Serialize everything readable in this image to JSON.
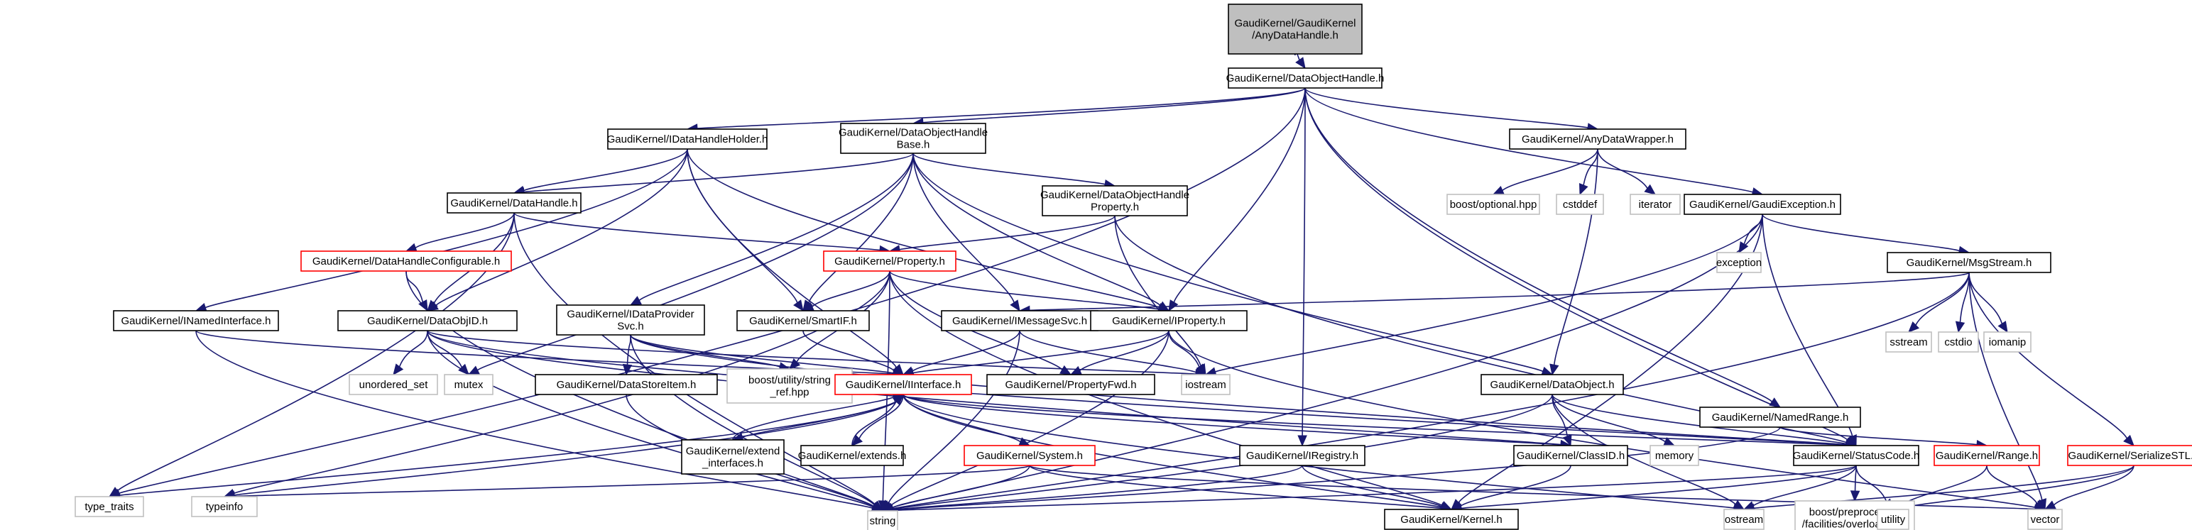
{
  "diagram": {
    "title": "GaudiKernel/GaudiKernel/AnyDataHandle.h include dependency graph",
    "colors": {
      "edge": "#191970",
      "root_fill": "#bfbfbf",
      "doc_border": "#000000",
      "truncated_border": "#ff0000",
      "system_border": "#bfbfbf"
    },
    "nodes": [
      {
        "id": "root",
        "label": [
          "GaudiKernel/GaudiKernel",
          "/AnyDataHandle.h"
        ],
        "kind": "root"
      },
      {
        "id": "doh",
        "label": [
          "GaudiKernel/DataObjectHandle.h"
        ],
        "kind": "doc"
      },
      {
        "id": "idhh",
        "label": [
          "GaudiKernel/IDataHandleHolder.h"
        ],
        "kind": "doc"
      },
      {
        "id": "dohb",
        "label": [
          "GaudiKernel/DataObjectHandle",
          "Base.h"
        ],
        "kind": "doc"
      },
      {
        "id": "adw",
        "label": [
          "GaudiKernel/AnyDataWrapper.h"
        ],
        "kind": "doc"
      },
      {
        "id": "dh",
        "label": [
          "GaudiKernel/DataHandle.h"
        ],
        "kind": "doc"
      },
      {
        "id": "dohp",
        "label": [
          "GaudiKernel/DataObjectHandle",
          "Property.h"
        ],
        "kind": "doc"
      },
      {
        "id": "bopt",
        "label": [
          "boost/optional.hpp"
        ],
        "kind": "sys"
      },
      {
        "id": "cstddef",
        "label": [
          "cstddef"
        ],
        "kind": "sys"
      },
      {
        "id": "iterator",
        "label": [
          "iterator"
        ],
        "kind": "sys"
      },
      {
        "id": "gexc",
        "label": [
          "GaudiKernel/GaudiException.h"
        ],
        "kind": "doc"
      },
      {
        "id": "dhc",
        "label": [
          "GaudiKernel/DataHandleConfigurable.h"
        ],
        "kind": "red"
      },
      {
        "id": "prop",
        "label": [
          "GaudiKernel/Property.h"
        ],
        "kind": "red"
      },
      {
        "id": "exception",
        "label": [
          "exception"
        ],
        "kind": "sys"
      },
      {
        "id": "msgs",
        "label": [
          "GaudiKernel/MsgStream.h"
        ],
        "kind": "doc"
      },
      {
        "id": "ini",
        "label": [
          "GaudiKernel/INamedInterface.h"
        ],
        "kind": "doc"
      },
      {
        "id": "doid",
        "label": [
          "GaudiKernel/DataObjID.h"
        ],
        "kind": "doc"
      },
      {
        "id": "idps",
        "label": [
          "GaudiKernel/IDataProvider",
          "Svc.h"
        ],
        "kind": "doc"
      },
      {
        "id": "smartif",
        "label": [
          "GaudiKernel/SmartIF.h"
        ],
        "kind": "doc"
      },
      {
        "id": "imsg",
        "label": [
          "GaudiKernel/IMessageSvc.h"
        ],
        "kind": "doc"
      },
      {
        "id": "iprop",
        "label": [
          "GaudiKernel/IProperty.h"
        ],
        "kind": "doc"
      },
      {
        "id": "sstream",
        "label": [
          "sstream"
        ],
        "kind": "sys"
      },
      {
        "id": "cstdio",
        "label": [
          "cstdio"
        ],
        "kind": "sys"
      },
      {
        "id": "iomanip",
        "label": [
          "iomanip"
        ],
        "kind": "sys"
      },
      {
        "id": "uset",
        "label": [
          "unordered_set"
        ],
        "kind": "sys"
      },
      {
        "id": "mutex",
        "label": [
          "mutex"
        ],
        "kind": "sys"
      },
      {
        "id": "dsi",
        "label": [
          "GaudiKernel/DataStoreItem.h"
        ],
        "kind": "doc"
      },
      {
        "id": "bsr",
        "label": [
          "boost/utility/string",
          "_ref.hpp"
        ],
        "kind": "sys"
      },
      {
        "id": "iint",
        "label": [
          "GaudiKernel/IInterface.h"
        ],
        "kind": "red"
      },
      {
        "id": "pfwd",
        "label": [
          "GaudiKernel/PropertyFwd.h"
        ],
        "kind": "doc"
      },
      {
        "id": "iostream",
        "label": [
          "iostream"
        ],
        "kind": "sys"
      },
      {
        "id": "dobj",
        "label": [
          "GaudiKernel/DataObject.h"
        ],
        "kind": "doc"
      },
      {
        "id": "nrange",
        "label": [
          "GaudiKernel/NamedRange.h"
        ],
        "kind": "doc"
      },
      {
        "id": "extint",
        "label": [
          "GaudiKernel/extend",
          "_interfaces.h"
        ],
        "kind": "doc"
      },
      {
        "id": "extends",
        "label": [
          "GaudiKernel/extends.h"
        ],
        "kind": "doc"
      },
      {
        "id": "system",
        "label": [
          "GaudiKernel/System.h"
        ],
        "kind": "red"
      },
      {
        "id": "ireg",
        "label": [
          "GaudiKernel/IRegistry.h"
        ],
        "kind": "doc"
      },
      {
        "id": "classid",
        "label": [
          "GaudiKernel/ClassID.h"
        ],
        "kind": "doc"
      },
      {
        "id": "memory",
        "label": [
          "memory"
        ],
        "kind": "sys"
      },
      {
        "id": "sc",
        "label": [
          "GaudiKernel/StatusCode.h"
        ],
        "kind": "doc"
      },
      {
        "id": "range",
        "label": [
          "GaudiKernel/Range.h"
        ],
        "kind": "red"
      },
      {
        "id": "sstl",
        "label": [
          "GaudiKernel/SerializeSTL.h"
        ],
        "kind": "red"
      },
      {
        "id": "ttraits",
        "label": [
          "type_traits"
        ],
        "kind": "sys"
      },
      {
        "id": "typeinfo",
        "label": [
          "typeinfo"
        ],
        "kind": "sys"
      },
      {
        "id": "string",
        "label": [
          "string"
        ],
        "kind": "sys"
      },
      {
        "id": "kernel",
        "label": [
          "GaudiKernel/Kernel.h"
        ],
        "kind": "doc"
      },
      {
        "id": "ostream",
        "label": [
          "ostream"
        ],
        "kind": "sys"
      },
      {
        "id": "bpp",
        "label": [
          "boost/preprocessor",
          "/facilities/overload.hpp"
        ],
        "kind": "sys"
      },
      {
        "id": "utility",
        "label": [
          "utility"
        ],
        "kind": "sys"
      },
      {
        "id": "vector",
        "label": [
          "vector"
        ],
        "kind": "sys"
      }
    ],
    "edges": [
      [
        "root",
        "doh"
      ],
      [
        "doh",
        "idhh"
      ],
      [
        "doh",
        "dohb"
      ],
      [
        "doh",
        "adw"
      ],
      [
        "doh",
        "gexc"
      ],
      [
        "doh",
        "iprop"
      ],
      [
        "doh",
        "ttraits"
      ],
      [
        "doh",
        "nrange"
      ],
      [
        "doh",
        "ireg"
      ],
      [
        "doh",
        "sc"
      ],
      [
        "idhh",
        "dh"
      ],
      [
        "idhh",
        "ini"
      ],
      [
        "idhh",
        "doid"
      ],
      [
        "idhh",
        "smartif"
      ],
      [
        "idhh",
        "iprop"
      ],
      [
        "idhh",
        "iint"
      ],
      [
        "dohb",
        "dh"
      ],
      [
        "dohb",
        "dohp"
      ],
      [
        "dohb",
        "idps"
      ],
      [
        "dohb",
        "smartif"
      ],
      [
        "dohb",
        "imsg"
      ],
      [
        "dohb",
        "iprop"
      ],
      [
        "dohb",
        "mutex"
      ],
      [
        "dohb",
        "dobj"
      ],
      [
        "adw",
        "bopt"
      ],
      [
        "adw",
        "cstddef"
      ],
      [
        "adw",
        "iterator"
      ],
      [
        "adw",
        "dobj"
      ],
      [
        "dh",
        "dhc"
      ],
      [
        "dh",
        "prop"
      ],
      [
        "dh",
        "doid"
      ],
      [
        "dh",
        "ttraits"
      ],
      [
        "dh",
        "string"
      ],
      [
        "dohp",
        "prop"
      ],
      [
        "dohp",
        "iostream"
      ],
      [
        "dohp",
        "sc"
      ],
      [
        "gexc",
        "exception"
      ],
      [
        "gexc",
        "msgs"
      ],
      [
        "gexc",
        "iostream"
      ],
      [
        "gexc",
        "string"
      ],
      [
        "gexc",
        "kernel"
      ],
      [
        "gexc",
        "sc"
      ],
      [
        "dhc",
        "doid"
      ],
      [
        "dhc",
        "string"
      ],
      [
        "prop",
        "iprop"
      ],
      [
        "prop",
        "smartif"
      ],
      [
        "prop",
        "pfwd"
      ],
      [
        "prop",
        "bsr"
      ],
      [
        "prop",
        "string"
      ],
      [
        "prop",
        "kernel"
      ],
      [
        "prop",
        "typeinfo"
      ],
      [
        "msgs",
        "imsg"
      ],
      [
        "msgs",
        "sstream"
      ],
      [
        "msgs",
        "cstdio"
      ],
      [
        "msgs",
        "iomanip"
      ],
      [
        "msgs",
        "sstl"
      ],
      [
        "msgs",
        "string"
      ],
      [
        "msgs",
        "vector"
      ],
      [
        "ini",
        "iint"
      ],
      [
        "ini",
        "string"
      ],
      [
        "doid",
        "uset"
      ],
      [
        "doid",
        "mutex"
      ],
      [
        "doid",
        "string"
      ],
      [
        "doid",
        "iostream"
      ],
      [
        "doid",
        "sc"
      ],
      [
        "doid",
        "classid"
      ],
      [
        "idps",
        "dsi"
      ],
      [
        "idps",
        "iint"
      ],
      [
        "idps",
        "bsr"
      ],
      [
        "idps",
        "string"
      ],
      [
        "idps",
        "sc"
      ],
      [
        "smartif",
        "iint"
      ],
      [
        "imsg",
        "iint"
      ],
      [
        "imsg",
        "string"
      ],
      [
        "imsg",
        "iostream"
      ],
      [
        "iprop",
        "iint"
      ],
      [
        "iprop",
        "pfwd"
      ],
      [
        "iprop",
        "iostream"
      ],
      [
        "iprop",
        "string"
      ],
      [
        "iprop",
        "vector"
      ],
      [
        "dsi",
        "string"
      ],
      [
        "iint",
        "extint"
      ],
      [
        "iint",
        "extends"
      ],
      [
        "iint",
        "system"
      ],
      [
        "iint",
        "sc"
      ],
      [
        "iint",
        "kernel"
      ],
      [
        "iint",
        "ostream"
      ],
      [
        "iint",
        "ttraits"
      ],
      [
        "iint",
        "typeinfo"
      ],
      [
        "iint",
        "classid"
      ],
      [
        "extint",
        "iint"
      ],
      [
        "extends",
        "iint"
      ],
      [
        "dobj",
        "classid"
      ],
      [
        "dobj",
        "sc"
      ],
      [
        "dobj",
        "memory"
      ],
      [
        "dobj",
        "ostream"
      ],
      [
        "dobj",
        "string"
      ],
      [
        "nrange",
        "range"
      ],
      [
        "nrange",
        "string"
      ],
      [
        "system",
        "string"
      ],
      [
        "system",
        "typeinfo"
      ],
      [
        "system",
        "kernel"
      ],
      [
        "system",
        "vector"
      ],
      [
        "ireg",
        "kernel"
      ],
      [
        "ireg",
        "string"
      ],
      [
        "classid",
        "kernel"
      ],
      [
        "sc",
        "kernel"
      ],
      [
        "sc",
        "ostream"
      ],
      [
        "sc",
        "bpp"
      ],
      [
        "sc",
        "utility"
      ],
      [
        "sc",
        "string"
      ],
      [
        "range",
        "utility"
      ],
      [
        "range",
        "vector"
      ],
      [
        "sstl",
        "ostream"
      ],
      [
        "sstl",
        "utility"
      ],
      [
        "sstl",
        "vector"
      ]
    ]
  }
}
